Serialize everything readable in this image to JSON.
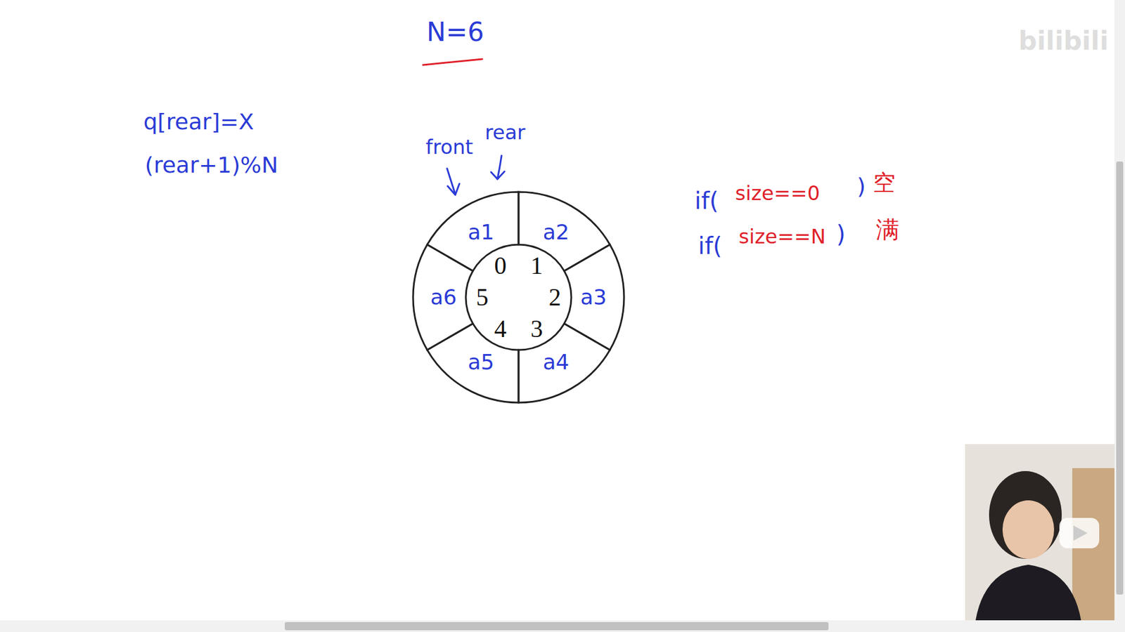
{
  "diagram": {
    "title": "N=6",
    "nodes": [
      {
        "text": [
          "a1",
          "0"
        ]
      },
      {
        "text": [
          "a2",
          "1"
        ]
      },
      {
        "text": [
          "a3",
          "2"
        ]
      },
      {
        "text": [
          "a4",
          "3"
        ]
      },
      {
        "text": [
          "a5",
          "4"
        ]
      },
      {
        "text": [
          "a6",
          "5"
        ]
      }
    ],
    "labels": [
      "q[rear]=X",
      "(rear+1)%N",
      "front",
      "rear",
      "if(",
      "size==0",
      ")",
      "空",
      "if(",
      "size==N",
      ")",
      "满",
      "bilibili"
    ]
  }
}
